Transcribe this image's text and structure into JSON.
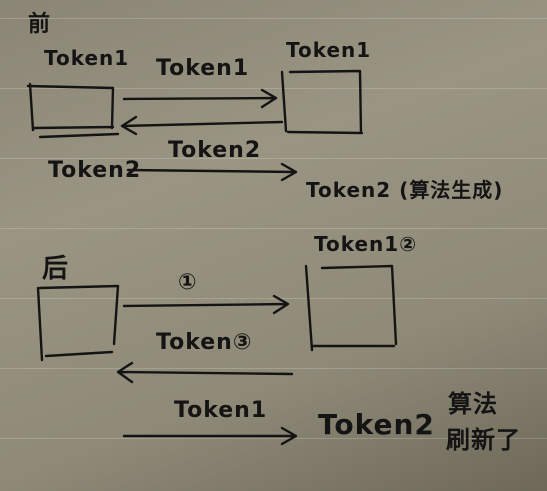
{
  "notes": {
    "top": {
      "heading": "前",
      "left_label": "Token1",
      "right_label": "Token1",
      "arrow_right_label": "Token1",
      "arrow_right_label2": "Token2",
      "left_bottom_label": "Token2",
      "right_bottom_label": "Token2 (算法生成)"
    },
    "bottom": {
      "heading": "后",
      "right_label": "Token1②",
      "arrow1_label": "①",
      "arrow2_label": "Token③",
      "arrow3_label": "Token1",
      "result_label": "Token2",
      "side_note_line1": "算法",
      "side_note_line2": "刷新了"
    }
  },
  "colors": {
    "ink": "#141414",
    "paper": "#908b79"
  }
}
